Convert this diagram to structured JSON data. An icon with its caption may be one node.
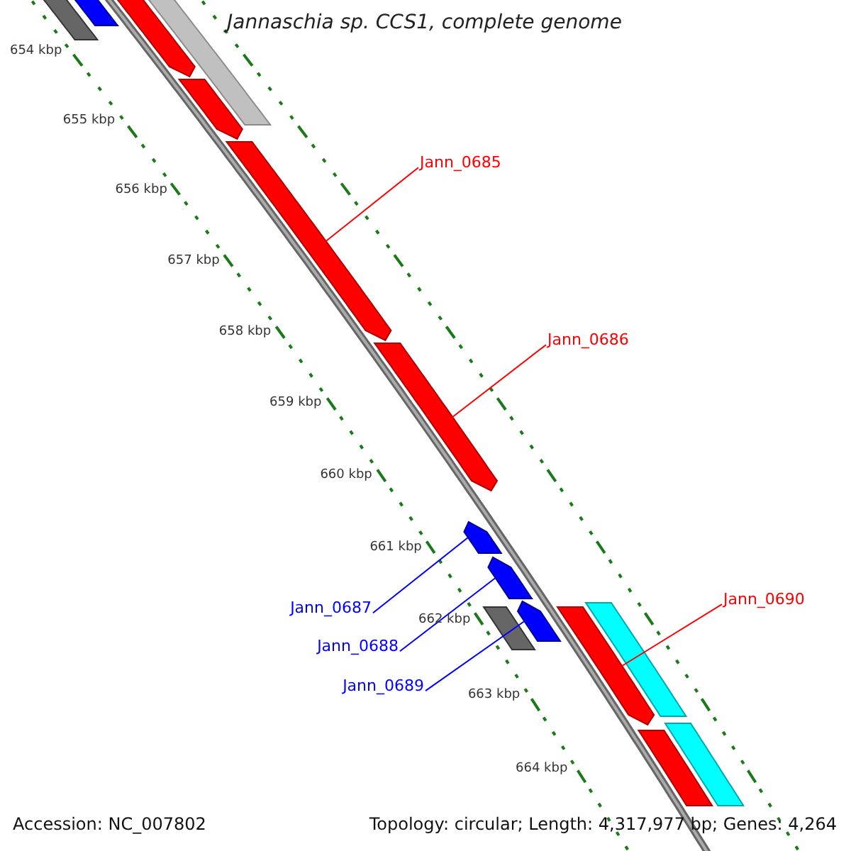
{
  "diagram": {
    "title": "Jannaschia sp. CCS1, complete genome",
    "nodes": [
      {
        "text": [
          "Jann_0685"
        ]
      },
      {
        "text": [
          "Jann_0686"
        ]
      },
      {
        "text": [
          "Jann_0687"
        ]
      },
      {
        "text": [
          "Jann_0688"
        ]
      },
      {
        "text": [
          "Jann_0689"
        ]
      },
      {
        "text": [
          "Jann_0690"
        ]
      },
      {
        "text": [],
        "shape": "bar"
      },
      {
        "text": [],
        "shape": "bar"
      },
      {
        "text": [],
        "shape": "bar"
      },
      {
        "text": [],
        "shape": "bar"
      },
      {
        "text": [],
        "shape": "bar"
      },
      {
        "text": [],
        "shape": "bar"
      },
      {
        "text": [],
        "shape": "bar"
      },
      {
        "text": [],
        "shape": "bar"
      },
      {
        "text": [],
        "shape": "bar"
      },
      {
        "text": [],
        "shape": "bar"
      },
      {
        "text": [],
        "shape": "bar"
      },
      {
        "text": [],
        "shape": "bar"
      },
      {
        "text": [],
        "shape": "bar"
      },
      {
        "text": [],
        "shape": "bar"
      },
      {
        "text": [],
        "shape": "bar"
      }
    ],
    "edges": [
      {
        "from": 0,
        "to": 11,
        "arrow": "none",
        "color": "#ff0000"
      },
      {
        "from": 1,
        "to": 12,
        "arrow": "none",
        "color": "#ff0000"
      },
      {
        "from": 2,
        "to": 13,
        "arrow": "none",
        "color": "#0000ff"
      },
      {
        "from": 3,
        "to": 14,
        "arrow": "none",
        "color": "#0000ff"
      },
      {
        "from": 4,
        "to": 15,
        "arrow": "none",
        "color": "#0000ff"
      },
      {
        "from": 5,
        "to": 18,
        "arrow": "none",
        "color": "#ff0000"
      }
    ],
    "labels": [
      "654 kbp",
      "655 kbp",
      "656 kbp",
      "657 kbp",
      "658 kbp",
      "659 kbp",
      "660 kbp",
      "661 kbp",
      "662 kbp",
      "663 kbp",
      "664 kbp",
      "Accession: NC_007802",
      "Topology: circular; Length: 4,317,977 bp; Genes: 4,264"
    ]
  }
}
